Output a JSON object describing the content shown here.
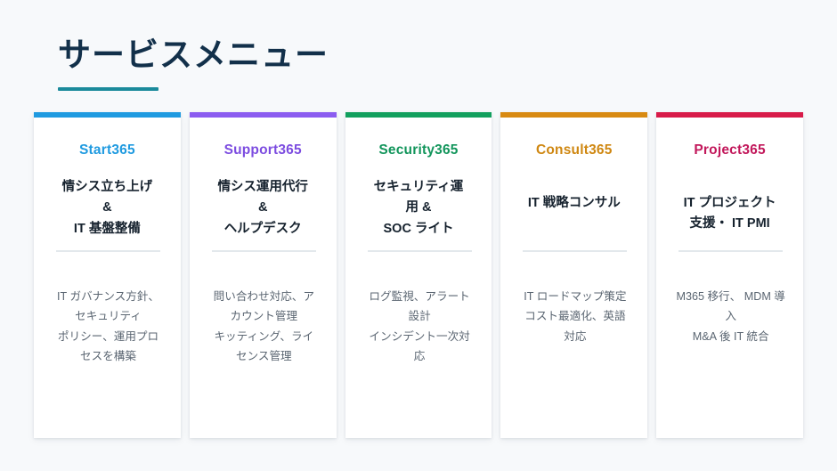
{
  "page": {
    "background_color": "#f7f9fb",
    "title": "サービスメニュー",
    "title_color": "#12304a",
    "title_underline_color": "#1a8a9b"
  },
  "cards": [
    {
      "label": "Start365",
      "accent_color": "#1f9ae0",
      "label_color": "#1f9ae0",
      "heading": "情シス立ち上げ\n&\nIT 基盤整備",
      "body": "IT ガバナンス方針、\nセキュリティ\nポリシー、運用プロ\nセスを構築"
    },
    {
      "label": "Support365",
      "accent_color": "#8b5cf0",
      "label_color": "#7c4ce0",
      "heading": "情シス運用代行\n&\nヘルプデスク",
      "body": "問い合わせ対応、ア\nカウント管理\nキッティング、ライ\nセンス管理"
    },
    {
      "label": "Security365",
      "accent_color": "#12a05e",
      "label_color": "#12955b",
      "heading": "セキュリティ運\n用 &\nSOC ライト",
      "body": "ログ監視、アラート\n設計\nインシデント一次対\n応"
    },
    {
      "label": "Consult365",
      "accent_color": "#d88a12",
      "label_color": "#cf8711",
      "heading": "IT 戦略コンサル",
      "body": "IT ロードマップ策定\nコスト最適化、英語\n対応"
    },
    {
      "label": "Project365",
      "accent_color": "#d81b49",
      "label_color": "#c2185b",
      "heading": "IT プロジェクト\n支援・ IT PMI",
      "body": "M365 移行、 MDM 導\n入\nM&A 後 IT 統合"
    }
  ]
}
